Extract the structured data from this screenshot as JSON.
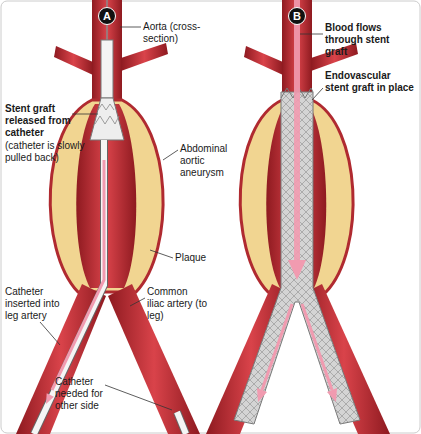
{
  "diagram": {
    "nodes": [
      {
        "text": [
          "A"
        ]
      },
      {
        "text": [
          "B"
        ]
      }
    ],
    "labels": [
      "Aorta (cross-section)",
      "Stent graft released from catheter",
      "(catheter is slowly pulled back)",
      "Abdominal aortic aneurysm",
      "Plaque",
      "Catheter inserted into leg artery",
      "Common iliac artery (to leg)",
      "Catheter needed for other side",
      "Blood flows through stent graft",
      "Endovascular stent graft in place"
    ]
  }
}
